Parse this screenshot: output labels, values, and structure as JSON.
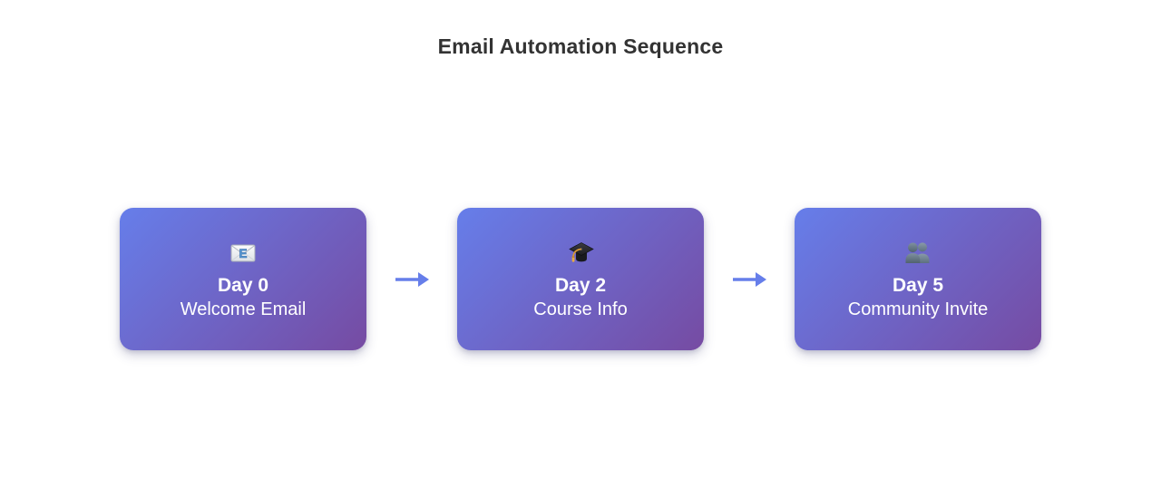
{
  "title": "Email Automation Sequence",
  "colors": {
    "background": "#ffffff",
    "title_text": "#333333",
    "card_gradient_start": "#667eea",
    "card_gradient_end": "#764ba2",
    "card_text": "#ffffff",
    "arrow": "#667eea"
  },
  "steps": [
    {
      "icon": "email-icon",
      "day": "Day 0",
      "label": "Welcome Email"
    },
    {
      "icon": "graduation-cap-icon",
      "day": "Day 2",
      "label": "Course Info"
    },
    {
      "icon": "people-icon",
      "day": "Day 5",
      "label": "Community Invite"
    }
  ],
  "icons": {
    "email_letter": "E"
  }
}
